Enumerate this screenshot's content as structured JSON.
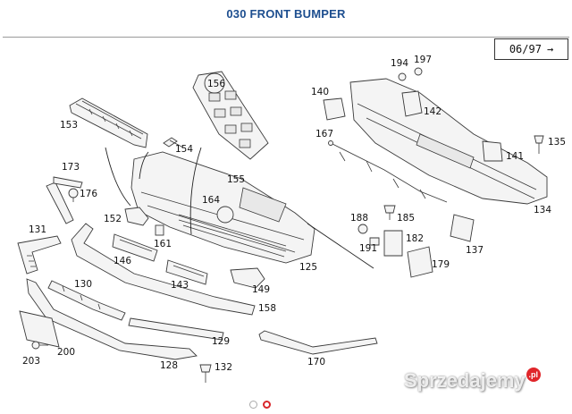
{
  "header": {
    "title": "030 FRONT BUMPER"
  },
  "page_indicator": {
    "text": "06/97",
    "arrow": "→"
  },
  "parts": [
    {
      "id": "p153",
      "label": "153"
    },
    {
      "id": "p154",
      "label": "154"
    },
    {
      "id": "p156",
      "label": "156"
    },
    {
      "id": "p140",
      "label": "140"
    },
    {
      "id": "p194",
      "label": "194"
    },
    {
      "id": "p197",
      "label": "197"
    },
    {
      "id": "p142",
      "label": "142"
    },
    {
      "id": "p167",
      "label": "167"
    },
    {
      "id": "p135",
      "label": "135"
    },
    {
      "id": "p141",
      "label": "141"
    },
    {
      "id": "p173",
      "label": "173"
    },
    {
      "id": "p176",
      "label": "176"
    },
    {
      "id": "p155",
      "label": "155"
    },
    {
      "id": "p164",
      "label": "164"
    },
    {
      "id": "p134",
      "label": "134"
    },
    {
      "id": "p152",
      "label": "152"
    },
    {
      "id": "p131",
      "label": "131"
    },
    {
      "id": "p161",
      "label": "161"
    },
    {
      "id": "p188",
      "label": "188"
    },
    {
      "id": "p185",
      "label": "185"
    },
    {
      "id": "p182",
      "label": "182"
    },
    {
      "id": "p191",
      "label": "191"
    },
    {
      "id": "p137",
      "label": "137"
    },
    {
      "id": "p146",
      "label": "146"
    },
    {
      "id": "p125",
      "label": "125"
    },
    {
      "id": "p179",
      "label": "179"
    },
    {
      "id": "p130",
      "label": "130"
    },
    {
      "id": "p143",
      "label": "143"
    },
    {
      "id": "p149",
      "label": "149"
    },
    {
      "id": "p158",
      "label": "158"
    },
    {
      "id": "p129",
      "label": "129"
    },
    {
      "id": "p200",
      "label": "200"
    },
    {
      "id": "p203",
      "label": "203"
    },
    {
      "id": "p128",
      "label": "128"
    },
    {
      "id": "p132",
      "label": "132"
    },
    {
      "id": "p170",
      "label": "170"
    }
  ],
  "carousel": {
    "count": 2,
    "active_index": 1
  },
  "watermark": {
    "text": "Sprzedajemy",
    "badge": ".pl",
    "badge_color": "#e0262a"
  },
  "colors": {
    "title": "#1d4e8f",
    "active_dot": "#d9262b"
  }
}
